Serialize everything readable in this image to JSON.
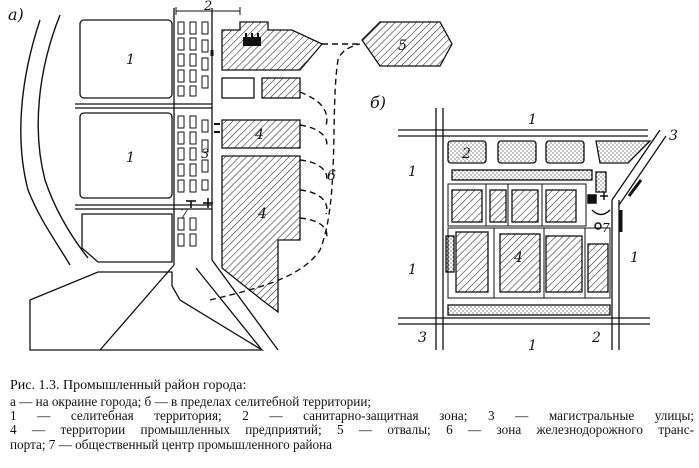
{
  "figure": {
    "panel_a": {
      "label": "а)"
    },
    "panel_b": {
      "label": "б)"
    },
    "markers_a": [
      "1",
      "1",
      "2",
      "3",
      "4",
      "4",
      "5",
      "6",
      "7"
    ],
    "markers_b": [
      "1",
      "1",
      "1",
      "1",
      "1",
      "2",
      "2",
      "3",
      "3",
      "4",
      "7"
    ],
    "legend_colors": {
      "ink": "#111111",
      "hatch": "#222222",
      "paper": "#ffffff"
    }
  },
  "caption": {
    "title": "Рис. 1.3. Промышленный район города:",
    "lines": [
      "а — на окраине города; б — в пределах селитебной территории;",
      "1 — селитебная   территория;   2 — санитарно-защитная   зона;   3 — магистральные   улицы;",
      "4 — территории промышленных предприятий; 5 — отвалы; 6 — зона железнодорожного транс-",
      "порта; 7 — общественный центр промышленного района"
    ]
  }
}
